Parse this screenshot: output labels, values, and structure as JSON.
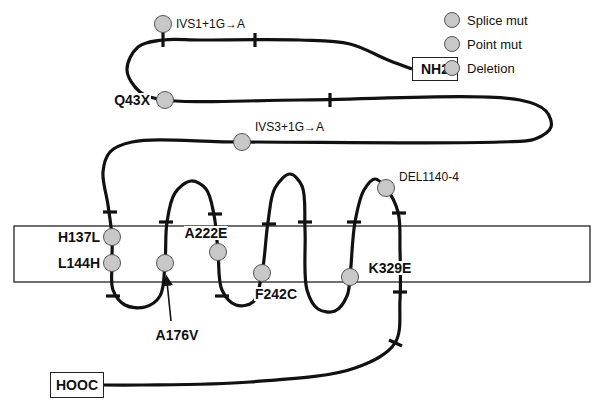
{
  "diagram": {
    "nodes": [
      {
        "text": [
          "NH2"
        ]
      },
      {
        "text": [
          "HOOC"
        ]
      }
    ],
    "edges": [
      {
        "from": 0,
        "to": 1,
        "arrow": "none"
      }
    ],
    "labels": [
      "IVS1+1G→A",
      "Q43X",
      "IVS3+1G→A",
      "DEL1140-4",
      "H137L",
      "L144H",
      "A222E",
      "A176V",
      "F242C",
      "K329E"
    ],
    "legend": [
      {
        "text": "Splice mut",
        "color": "#c8c8c8"
      },
      {
        "text": "Point mut",
        "color": "#c8c8c8"
      },
      {
        "text": "Deletion",
        "color": "#c8c8c8"
      }
    ]
  }
}
